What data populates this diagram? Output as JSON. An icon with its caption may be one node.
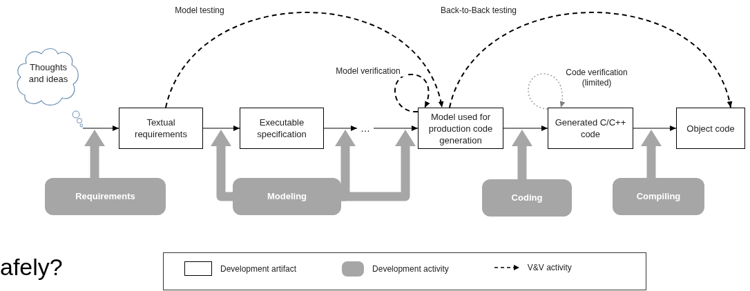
{
  "diagram": {
    "nodes": [
      {
        "text": [
          "Thoughts and ideas"
        ]
      },
      {
        "text": [
          "Textual requirements"
        ]
      },
      {
        "text": [
          "Executable specification"
        ]
      },
      {
        "text": [
          "…"
        ]
      },
      {
        "text": [
          "Model used for production code generation"
        ]
      },
      {
        "text": [
          "Generated C/C++ code"
        ]
      },
      {
        "text": [
          "Object code"
        ]
      },
      {
        "text": [
          "Requirements"
        ]
      },
      {
        "text": [
          "Modeling"
        ]
      },
      {
        "text": [
          "Coding"
        ]
      },
      {
        "text": [
          "Compiling"
        ]
      }
    ],
    "edges": [
      {
        "from": 0,
        "to": 1,
        "arrow": "to"
      },
      {
        "from": 1,
        "to": 2,
        "arrow": "to"
      },
      {
        "from": 2,
        "to": 3,
        "arrow": "to"
      },
      {
        "from": 3,
        "to": 4,
        "arrow": "to"
      },
      {
        "from": 4,
        "to": 5,
        "arrow": "to"
      },
      {
        "from": 5,
        "to": 6,
        "arrow": "to"
      },
      {
        "from": 7,
        "to": 0,
        "arrow": "to",
        "style": "thick",
        "color": "#a6a6a6"
      },
      {
        "from": 8,
        "to": 1,
        "arrow": "to",
        "style": "thick",
        "color": "#a6a6a6"
      },
      {
        "from": 8,
        "to": 3,
        "arrow": "to",
        "style": "thick",
        "color": "#a6a6a6"
      },
      {
        "from": 8,
        "to": 3,
        "arrow": "to",
        "style": "thick",
        "color": "#a6a6a6"
      },
      {
        "from": 9,
        "to": null,
        "arrow": "to",
        "style": "thick",
        "color": "#a6a6a6"
      },
      {
        "from": 10,
        "to": 6,
        "arrow": "to",
        "style": "thick",
        "color": "#a6a6a6"
      },
      {
        "from": 1,
        "to": 4,
        "arrow": "to",
        "style": "dashed",
        "label": "Model testing"
      },
      {
        "from": 4,
        "to": 4,
        "arrow": "to",
        "style": "dashed",
        "label": "Model verification"
      },
      {
        "from": 4,
        "to": 6,
        "arrow": "to",
        "style": "dashed",
        "label": "Back-to-Back testing"
      },
      {
        "from": 5,
        "to": 5,
        "arrow": "to",
        "style": "dashed",
        "color": "#808080",
        "label": "Code verification (limited)"
      }
    ],
    "labels": [
      "afely?"
    ],
    "legend": [
      {
        "text": "Development artifact"
      },
      {
        "text": "Development activity",
        "color": "#a6a6a6"
      },
      {
        "text": "V&V activity"
      }
    ]
  }
}
